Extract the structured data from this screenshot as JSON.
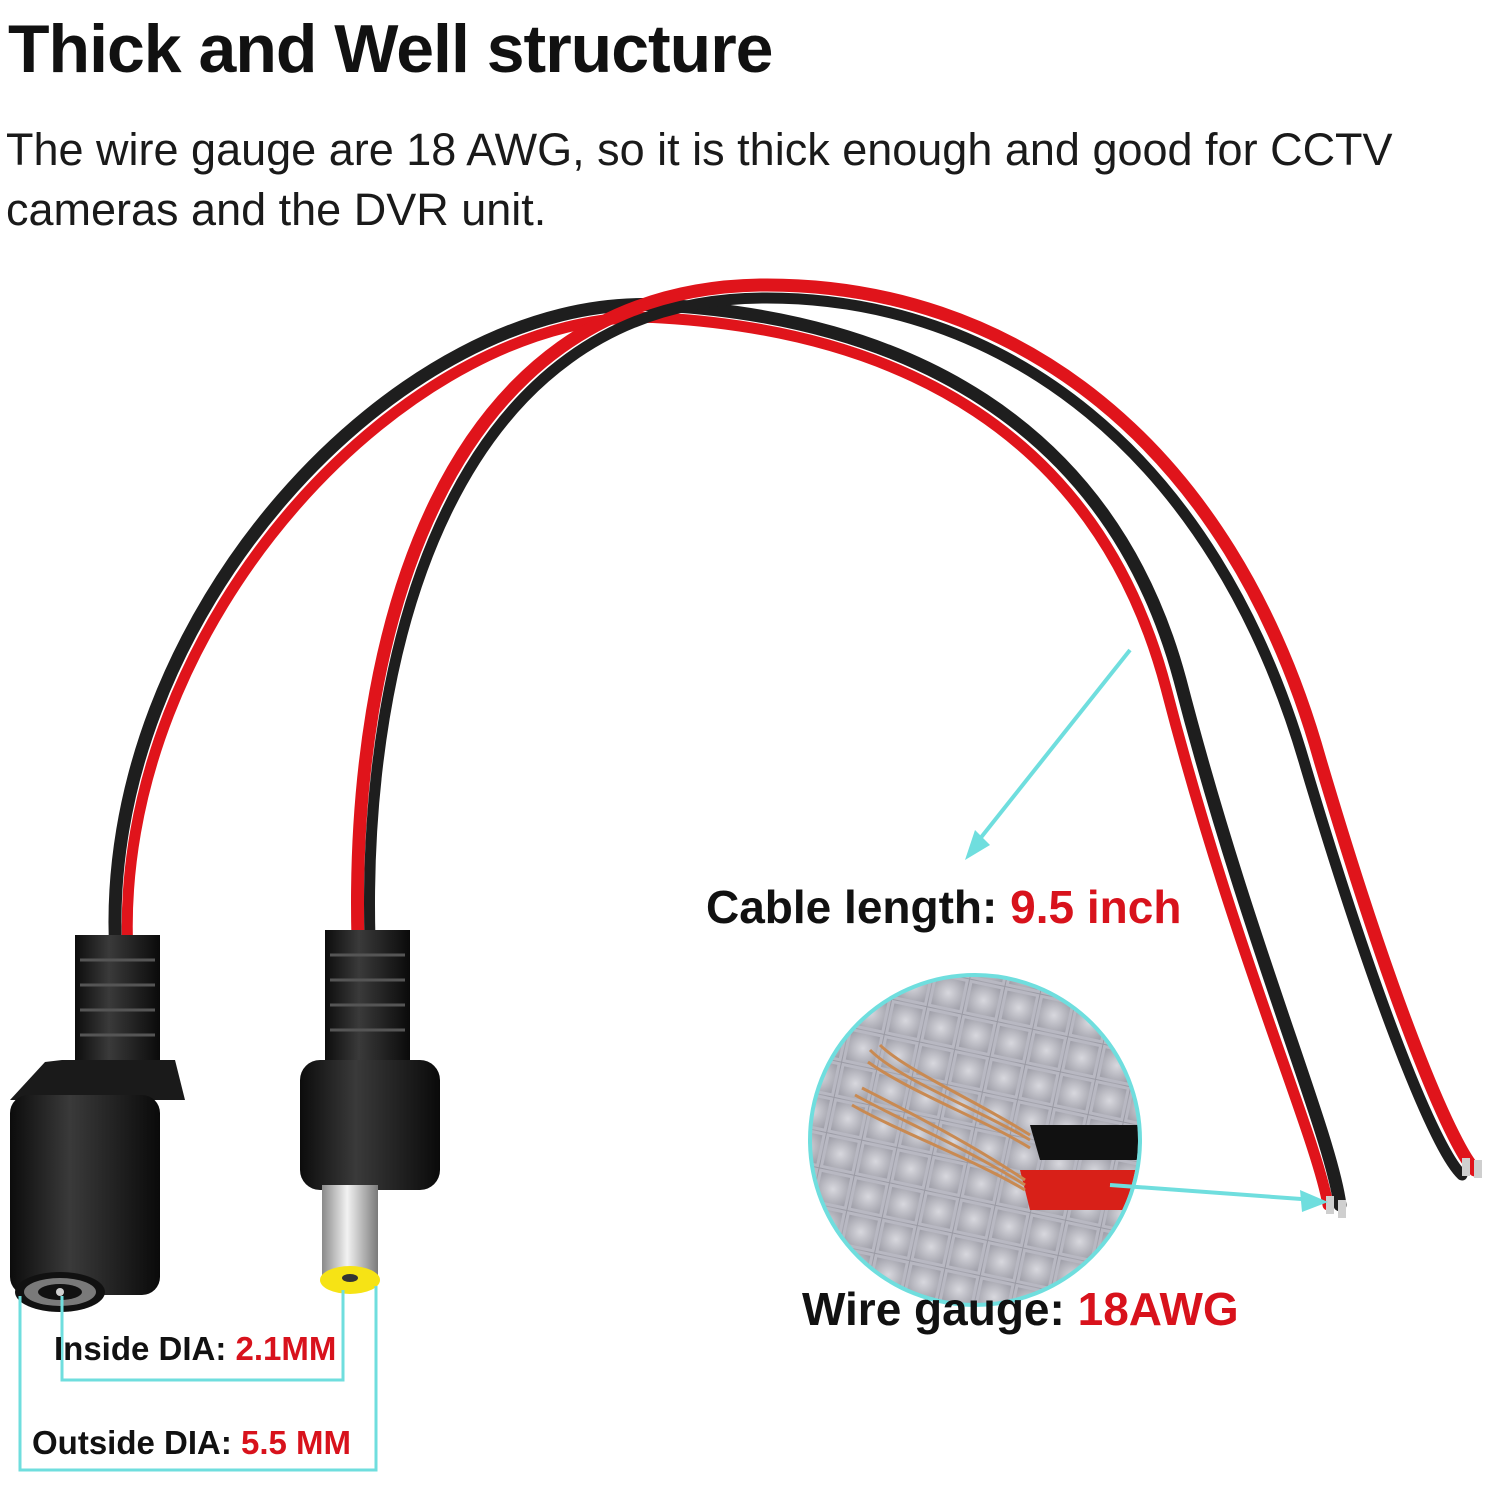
{
  "heading": {
    "title": "Thick and Well structure",
    "description": "The wire gauge are 18 AWG, so it is thick enough and good for CCTV cameras and the DVR unit."
  },
  "annotations": {
    "cable_length": {
      "label": "Cable length:",
      "value": "9.5 inch"
    },
    "wire_gauge": {
      "label": "Wire gauge:",
      "value": "18AWG"
    },
    "inside_dia": {
      "label": "Inside DIA:",
      "value": "2.1MM"
    },
    "outside_dia": {
      "label": "Outside DIA:",
      "value": "5.5 MM"
    }
  },
  "colors": {
    "accent_red": "#d8121c",
    "pointer_cyan": "#6fdede",
    "wire_red": "#e0141b",
    "wire_black": "#1e1e1e",
    "copper": "#c98a52"
  },
  "illustration": {
    "subject": "DC power pigtail cable",
    "connectors": [
      "female-dc-jack",
      "male-dc-plug"
    ],
    "callout": "stripped-copper-wire-closeup"
  }
}
